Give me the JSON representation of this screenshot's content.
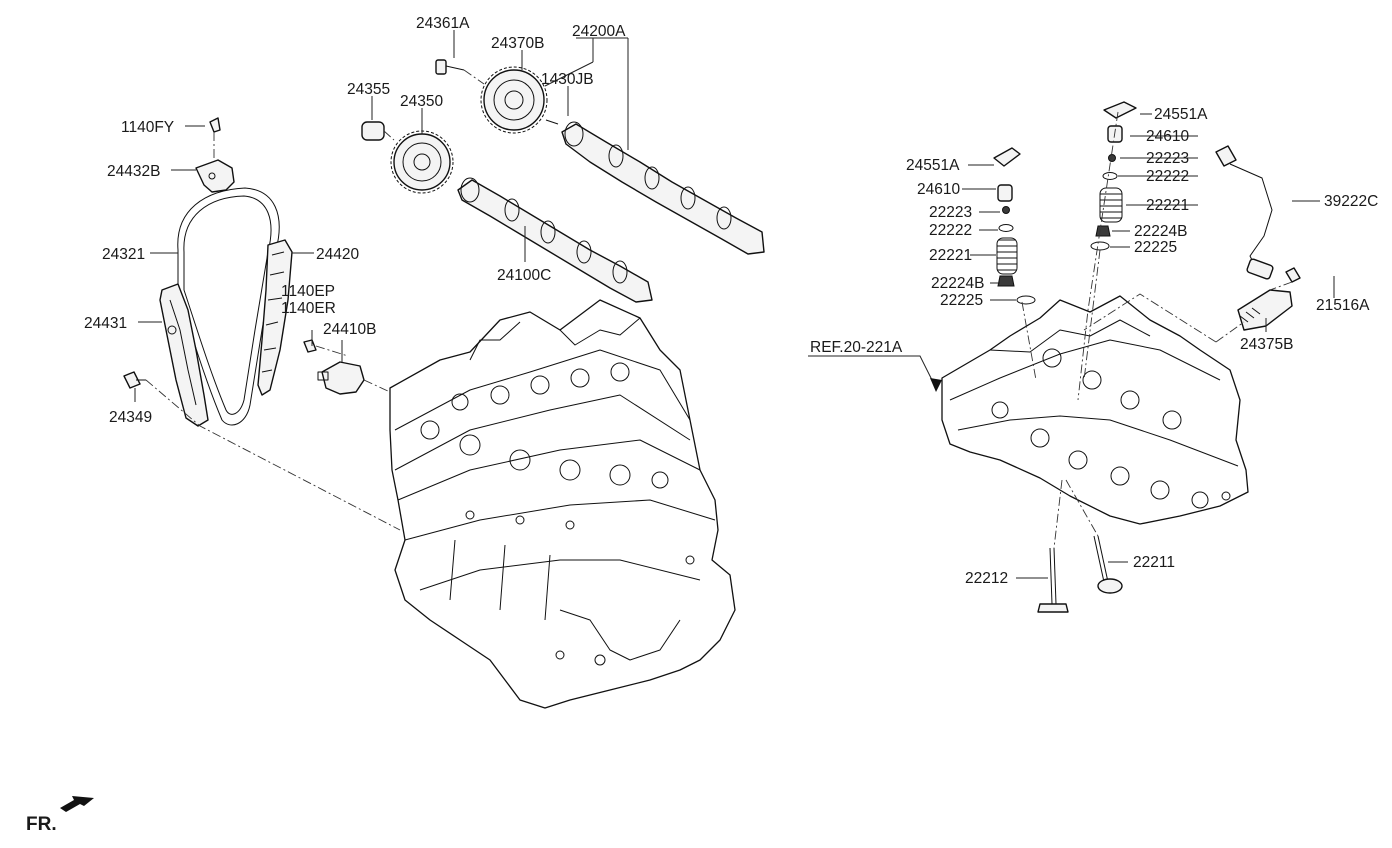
{
  "diagram": {
    "part_labels": {
      "p24361A": "24361A",
      "p24370B": "24370B",
      "p24200A": "24200A",
      "p1430JB": "1430JB",
      "p24355": "24355",
      "p24350": "24350",
      "p1140FY": "1140FY",
      "p24432B": "24432B",
      "p24321": "24321",
      "p24420": "24420",
      "p24100C": "24100C",
      "p1140EP": "1140EP",
      "p1140ER": "1140ER",
      "p24431": "24431",
      "p24410B": "24410B",
      "p24349": "24349",
      "p24551A_top": "24551A",
      "p24610_top": "24610",
      "p22223_top": "22223",
      "p22222_top": "22222",
      "p22221_top": "22221",
      "p22224B_top": "22224B",
      "p22225_top": "22225",
      "p24551A_left": "24551A",
      "p24610_left": "24610",
      "p22223_left": "22223",
      "p22222_left": "22222",
      "p22221_left": "22221",
      "p22224B_left": "22224B",
      "p22225_left": "22225",
      "p39222C": "39222C",
      "p21516A": "21516A",
      "p24375B": "24375B",
      "p22212": "22212",
      "p22211": "22211"
    },
    "reference_label": "REF.20-221A",
    "front_indicator": "FR."
  }
}
